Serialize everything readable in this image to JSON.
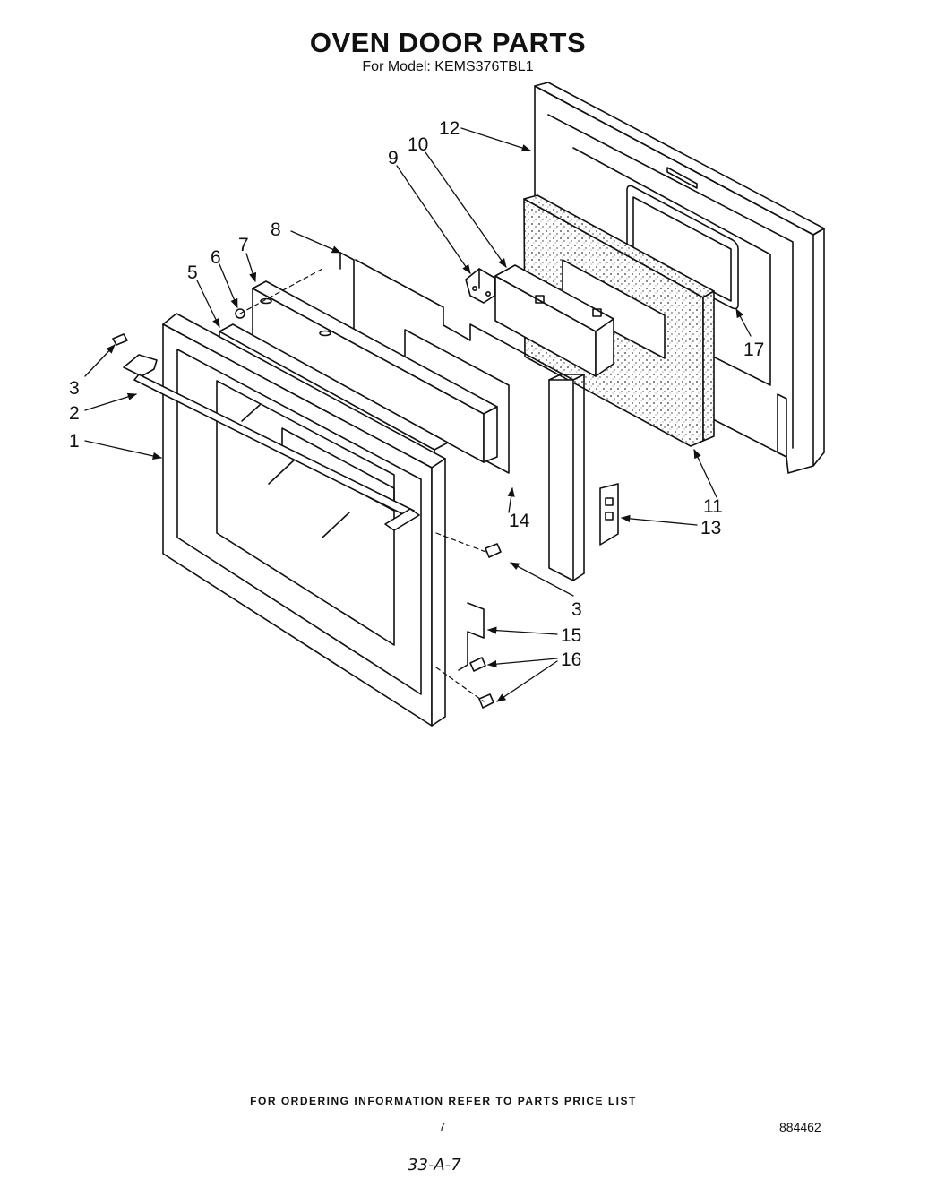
{
  "title": "OVEN DOOR PARTS",
  "subtitle": "For Model: KEMS376TBL1",
  "callouts": {
    "c1": "1",
    "c2": "2",
    "c3a": "3",
    "c3b": "3",
    "c5": "5",
    "c6": "6",
    "c7": "7",
    "c8": "8",
    "c9": "9",
    "c10": "10",
    "c11": "11",
    "c12": "12",
    "c13": "13",
    "c14": "14",
    "c15": "15",
    "c16": "16",
    "c17": "17"
  },
  "footer": "FOR ORDERING INFORMATION REFER TO PARTS PRICE LIST",
  "page_number": "7",
  "doc_number": "884462",
  "handwritten_note": "33-A-7"
}
